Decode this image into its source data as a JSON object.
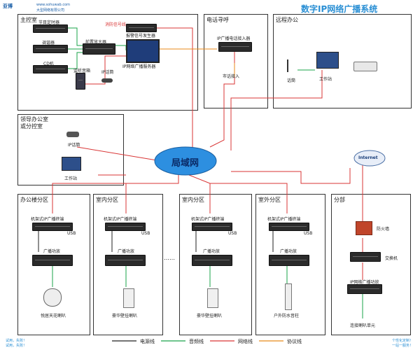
{
  "header": {
    "title": "数字IP网络广播系统",
    "logo_text": "亚博",
    "website": "www.sohuwab.com",
    "company": "大型网络有限公司"
  },
  "master_room": {
    "title": "主控室",
    "devices": {
      "program_timer": "节目定时器",
      "tuner": "调谐器",
      "cd": "CD机",
      "preamp": "前置放大器",
      "monitor_speaker": "监听音箱",
      "ip_mic": "IP话筒",
      "fire_signal": "消防信号线",
      "alarm_generator": "报警信号发生器",
      "server": "IP网络广播服务器"
    }
  },
  "phone_paging": {
    "title": "电话寻呼",
    "gateway": "IP广播电话接入器",
    "line_in": "市话接入"
  },
  "remote_office": {
    "title": "远程办公",
    "mic": "话筒",
    "workstation": "工作站"
  },
  "leader_office": {
    "title": "领导办公室\n或分控室",
    "ip_mic": "IP话筒",
    "workstation": "工作站"
  },
  "lan_label": "局域网",
  "internet_label": "Internet",
  "zones": [
    {
      "title": "办公楼分区",
      "terminal": "机架式IP广播终端",
      "usb": "USB",
      "amp": "广播功放",
      "speaker": "悦居天花喇叭"
    },
    {
      "title": "室内分区",
      "terminal": "机架式IP广播终端",
      "usb": "USB",
      "amp": "广播功放",
      "speaker": "豪华壁挂喇叭"
    },
    {
      "title": "室内分区",
      "terminal": "机架式IP广播终端",
      "usb": "USB",
      "amp": "广播功放",
      "speaker": "豪华壁挂喇叭"
    },
    {
      "title": "室外分区",
      "terminal": "机架式IP广播终端",
      "usb": "USB",
      "amp": "广播功放",
      "speaker": "户外防水音柱"
    }
  ],
  "ellipsis": "……",
  "branch": {
    "title": "分部",
    "firewall": "防火墙",
    "switch": "交换机",
    "amp": "IP网络广播功放",
    "speaker": "连接喇叭单元"
  },
  "legend": [
    {
      "label": "电源线",
      "color": "#222222"
    },
    {
      "label": "音频线",
      "color": "#1aa34a"
    },
    {
      "label": "网络线",
      "color": "#d93636"
    },
    {
      "label": "协议线",
      "color": "#e88a1a"
    }
  ],
  "footer": {
    "left_1": "试用，失败！",
    "left_2": "试用，失败！",
    "right_1": "个性化定制！",
    "right_2": "一站一服务！"
  },
  "colors": {
    "power": "#222222",
    "audio": "#1aa34a",
    "network": "#d93636",
    "protocol": "#e88a1a",
    "title": "#2a8fd4",
    "lan": "#2d8fe0"
  }
}
